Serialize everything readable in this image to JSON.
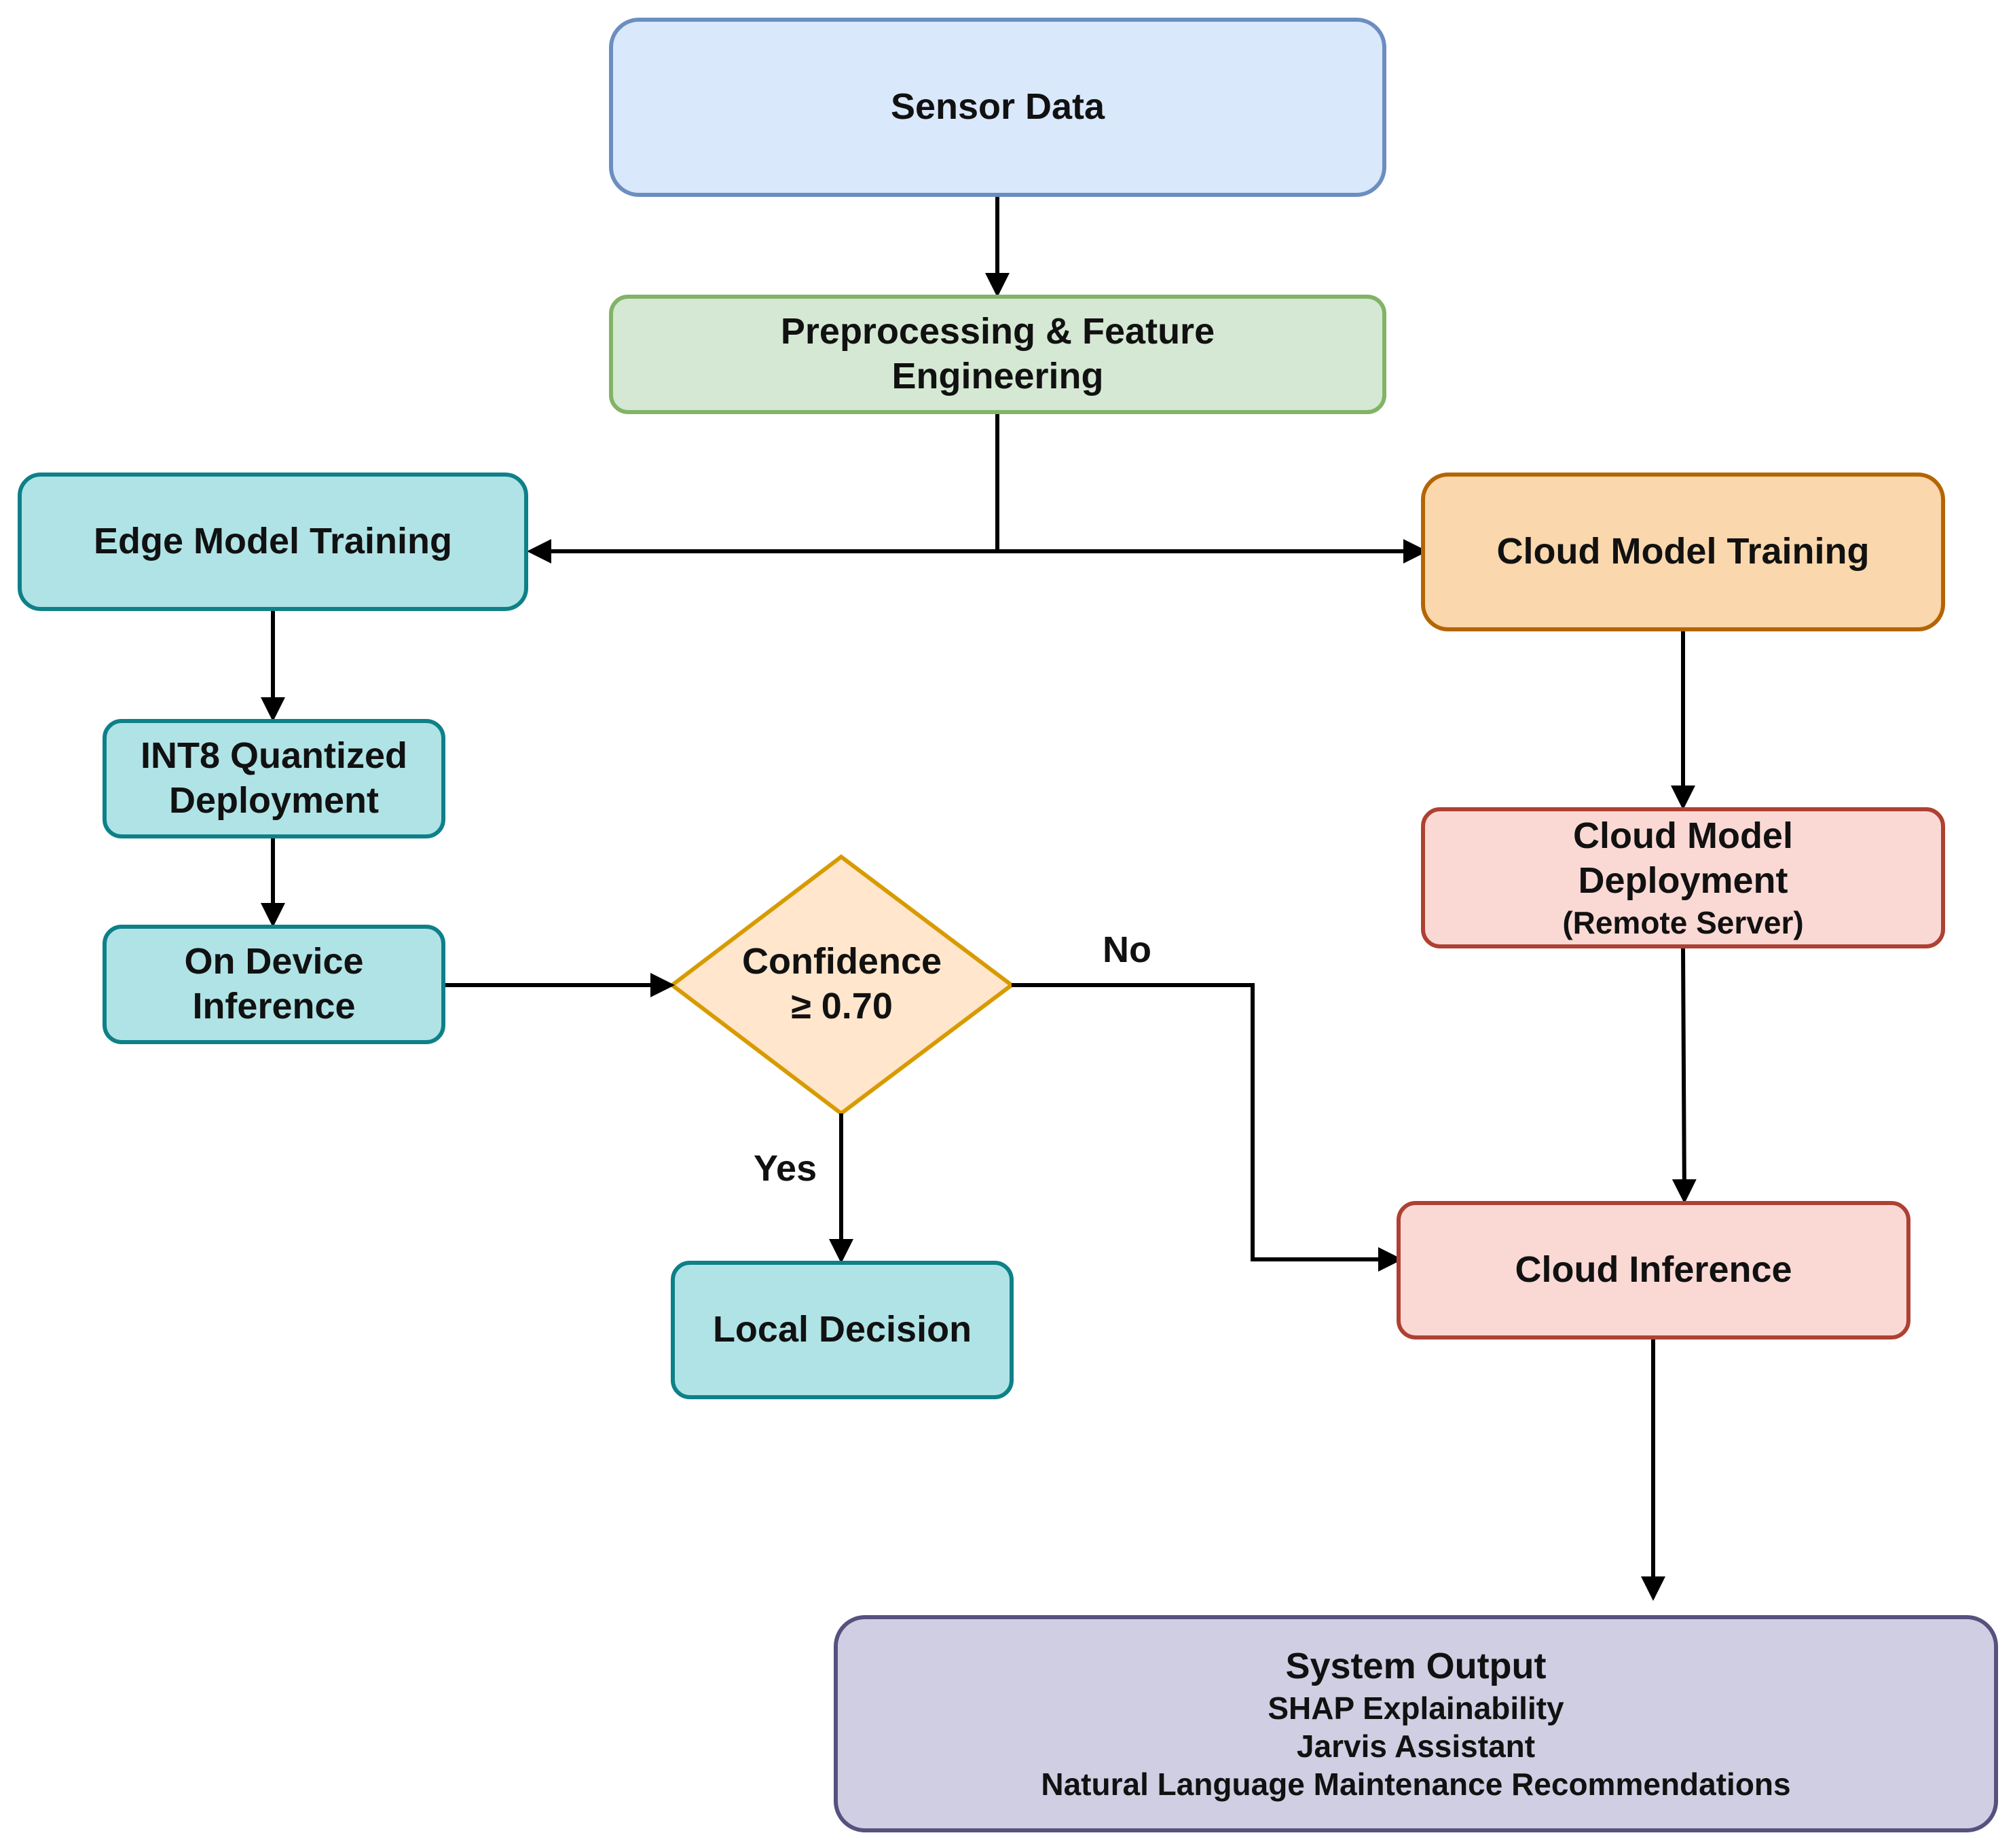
{
  "nodes": {
    "sensor": {
      "label": "Sensor Data"
    },
    "preprocessing": {
      "line1": "Preprocessing & Feature",
      "line2": "Engineering"
    },
    "edge_training": {
      "label": "Edge Model Training"
    },
    "cloud_training": {
      "label": "Cloud Model Training"
    },
    "int8": {
      "line1": "INT8 Quantized",
      "line2": "Deployment"
    },
    "on_device": {
      "line1": "On Device",
      "line2": "Inference"
    },
    "cloud_deployment": {
      "line1": "Cloud Model",
      "line2": "Deployment",
      "line3": "(Remote Server)"
    },
    "confidence": {
      "line1": "Confidence",
      "line2": "≥ 0.70"
    },
    "local_decision": {
      "label": "Local Decision"
    },
    "cloud_inference": {
      "label": "Cloud Inference"
    },
    "system_output": {
      "title": "System Output",
      "line1": "SHAP Explainability",
      "line2": "Jarvis Assistant",
      "line3": "Natural Language Maintenance Recommendations"
    }
  },
  "edge_labels": {
    "no": "No",
    "yes": "Yes"
  },
  "colors": {
    "line": "#000000",
    "blue_fill": "#dae8fc",
    "green_fill": "#d5e8d4",
    "teal_fill": "#b0e3e6",
    "orange_fill": "#fad7ac",
    "red_fill": "#fad9d5",
    "purple_fill": "#d0cee2",
    "decision_fill": "#ffe6cc",
    "decision_stroke": "#d79b00"
  }
}
